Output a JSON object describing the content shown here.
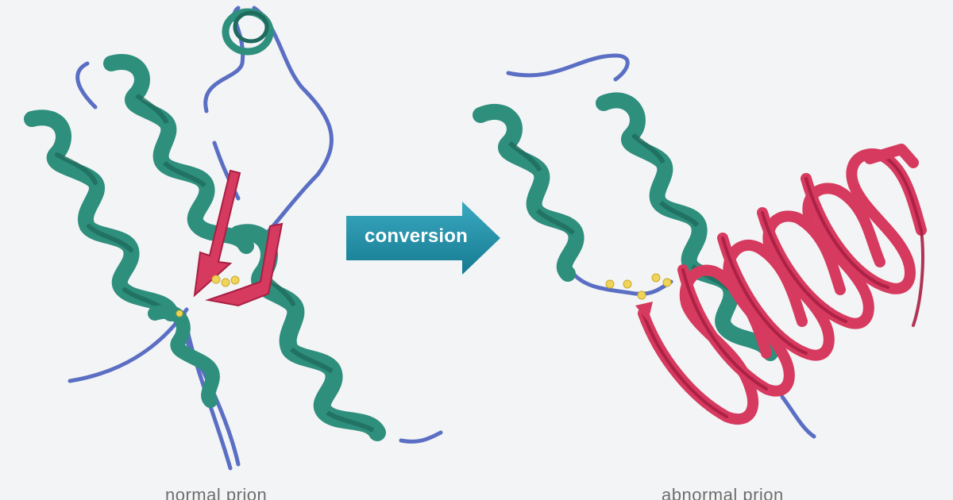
{
  "arrow": {
    "label": "conversion"
  },
  "captions": {
    "normal": "normal prion",
    "abnormal": "abnormal prion"
  },
  "colors": {
    "background": "#f3f4f5",
    "helix": "#2e8f7d",
    "helix_dark": "#1f6b5d",
    "coil": "#5a6fc4",
    "sheet": "#d63a5e",
    "sheet_dark": "#a81f44",
    "disulfide": "#f0d45a",
    "arrow": "#1f8fa8"
  }
}
